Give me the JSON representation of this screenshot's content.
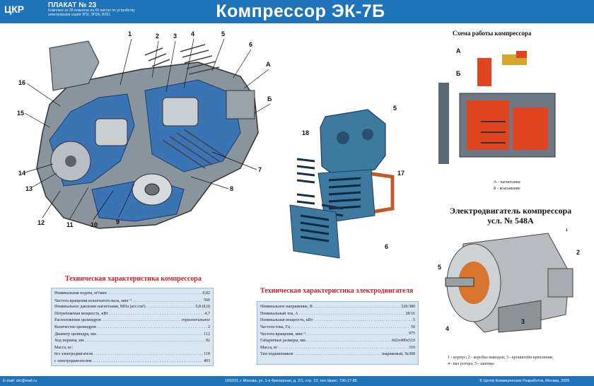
{
  "header": {
    "logo": "ЦКР",
    "plakat": "ПЛАКАТ № 23",
    "plakat_desc": "Комплект из 38 плакатов на 43 листах по устройству электровозов серий ЭП2, ЭП2К, ВЛ21",
    "title": "Компрессор ЭК-7Б"
  },
  "scheme": {
    "title": "Схема работы компрессора",
    "label_a": "А",
    "label_b": "Б",
    "legend_a": "А - нагнетание",
    "legend_b": "Б - всасывание"
  },
  "motor": {
    "title_line1": "Электродвигатель компрессора",
    "title_line2": "усл. № 548А",
    "callouts": [
      "1",
      "2",
      "3",
      "4",
      "5"
    ],
    "legend_line1": "1 - корпус; 2 - коробка выводов; 3 - кронштейн крепления;",
    "legend_line2": "4 - вал ротора; 5 - шпонка"
  },
  "compressor_callouts": [
    "1",
    "2",
    "3",
    "4",
    "5",
    "6",
    "А",
    "Б",
    "7",
    "8",
    "9",
    "10",
    "11",
    "12",
    "13",
    "14",
    "15",
    "16"
  ],
  "exploded_callouts": [
    "5",
    "18",
    "17",
    "6"
  ],
  "compressor_specs": {
    "title": "Техническая характеристика компрессора",
    "rows": [
      {
        "label": "Номинальная подача, м³/мин",
        "value": "0,82"
      },
      {
        "label": "Частота вращения коленчатого вала, мин⁻¹",
        "value": "560"
      },
      {
        "label": "Номинальное давление нагнетания, МПа (кгс/см²)",
        "value": "0,8 (8,0)"
      },
      {
        "label": "Потребляемая мощность, кВт",
        "value": "4,7"
      },
      {
        "label": "Расположение цилиндров",
        "value": "горизонтальное"
      },
      {
        "label": "Количество цилиндров",
        "value": "2"
      },
      {
        "label": "Диаметр цилиндра, мм",
        "value": "112"
      },
      {
        "label": "Ход поршня, мм",
        "value": "92"
      },
      {
        "label": "Масса, кг:",
        "value": ""
      },
      {
        "label": "    без электродвигателя",
        "value": "118"
      },
      {
        "label": "    с электродвигателем",
        "value": "493"
      }
    ]
  },
  "motor_specs": {
    "title": "Техническая характеристика электродвигателя",
    "rows": [
      {
        "label": "Номинальное напряжение, В",
        "value": "220/380"
      },
      {
        "label": "Номинальный ток, А",
        "value": "28/16"
      },
      {
        "label": "Номинальная мощность, кВт",
        "value": "5"
      },
      {
        "label": "Частота тока, Гц",
        "value": "50"
      },
      {
        "label": "Частота вращения, мин⁻¹",
        "value": "975"
      },
      {
        "label": "Габаритные размеры, мм",
        "value": "602х490х510"
      },
      {
        "label": "Масса, кг",
        "value": "310"
      },
      {
        "label": "Тип подшипников",
        "value": "шариковый, №308"
      }
    ]
  },
  "footer": {
    "email": "E-mail: ckr@mail.ru",
    "address": "109203, г. Москва, ул. 1-я Фрезерная, д. 2/1, стр. 10; тел./факс: 730-17-85",
    "copyright": "© Центр Коммерческих Разработок, Москва, 2005"
  },
  "colors": {
    "header_blue": "#1f73b8",
    "section_red": "#c8202a",
    "spec_bg": "#d6e6f2",
    "cutaway_blue": "#3a74b4",
    "scheme_red": "#e0451f"
  }
}
